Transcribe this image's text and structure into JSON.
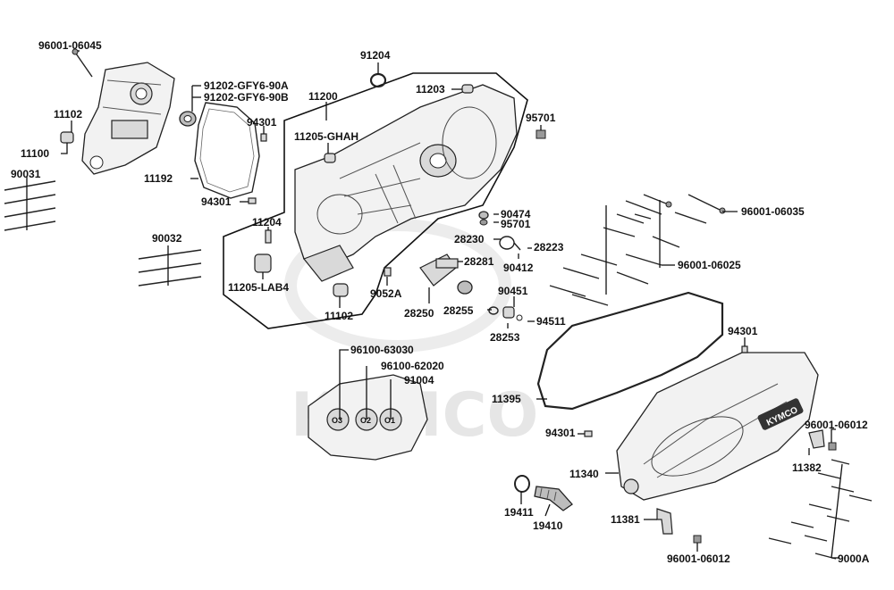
{
  "watermark": {
    "text": "KYMCO"
  },
  "labels": {
    "p96001_06045": "96001-06045",
    "p91202_a": "91202-GFY6-90A",
    "p91202_b": "91202-GFY6-90B",
    "p91204": "91204",
    "p11102_top": "11102",
    "p11200": "11200",
    "p11203": "11203",
    "p95701_top": "95701",
    "p94301_a": "94301",
    "p11205_ghah": "11205-GHAH",
    "p11100": "11100",
    "p90031": "90031",
    "p11192": "11192",
    "p94301_b": "94301",
    "p90474": "90474",
    "p95701_mid": "95701",
    "p96001_06035": "96001-06035",
    "p11204": "11204",
    "p28230": "28230",
    "p28223": "28223",
    "p90032": "90032",
    "p28281": "28281",
    "p90412": "90412",
    "p96001_06025": "96001-06025",
    "p11205_lab4": "11205-LAB4",
    "p9052A": "9052A",
    "p90451": "90451",
    "p11102_bottom": "11102",
    "p28250": "28250",
    "p28255": "28255",
    "p94511": "94511",
    "p28253": "28253",
    "p94301_c": "94301",
    "p96100_63030": "96100-63030",
    "p96100_62020": "96100-62020",
    "p91004": "91004",
    "p11395": "11395",
    "p94301_d": "94301",
    "p96001_06012_top": "96001-06012",
    "p11382": "11382",
    "p11340": "11340",
    "p19411": "19411",
    "p19410": "19410",
    "p11381": "11381",
    "p96001_06012_bottom": "96001-06012",
    "p9000A": "9000A"
  },
  "cover_logo": "KYMCO",
  "bearing_marks": [
    "O3",
    "O2",
    "O1"
  ]
}
